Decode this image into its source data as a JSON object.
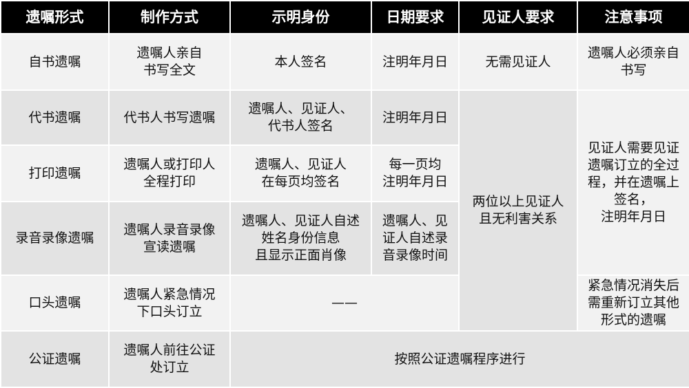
{
  "table": {
    "headers": [
      "遗嘱形式",
      "制作方式",
      "示明身份",
      "日期要求",
      "见证人要求",
      "注意事项"
    ],
    "rows": [
      {
        "form": "自书遗嘱",
        "method": "遗嘱人亲自\n书写全文",
        "identity": "本人签名",
        "date": "注明年月日",
        "witness": "无需见证人",
        "notes": "遗嘱人必须亲自\n书写"
      },
      {
        "form": "代书遗嘱",
        "method": "代书人书写遗嘱",
        "identity": "遗嘱人、见证人、\n代书人签名",
        "date": "注明年月日"
      },
      {
        "form": "打印遗嘱",
        "method": "遗嘱人或打印人\n全程打印",
        "identity": "遗嘱人、见证人\n在每页均签名",
        "date": "每一页均\n注明年月日"
      },
      {
        "form": "录音录像遗嘱",
        "method": "遗嘱人录音录像\n宣读遗嘱",
        "identity": "遗嘱人、见证人自述\n姓名身份信息\n且显示正面肖像",
        "date": "遗嘱人、见\n证人自述录\n音录像时间"
      },
      {
        "form": "口头遗嘱",
        "method": "遗嘱人紧急情况\n下口头订立",
        "identity_date": "——",
        "notes": "紧急情况消失后\n需重新订立其他\n形式的遗嘱"
      },
      {
        "form": "公证遗嘱",
        "method": "遗嘱人前往公证\n处订立",
        "merged": "按照公证遗嘱程序进行"
      }
    ],
    "shared_witness": "两位以上见证人\n且无利害关系",
    "shared_notes": "见证人需要见证\n遗嘱订立的全过\n程，并在遗嘱上\n签名，\n注明年月日"
  }
}
